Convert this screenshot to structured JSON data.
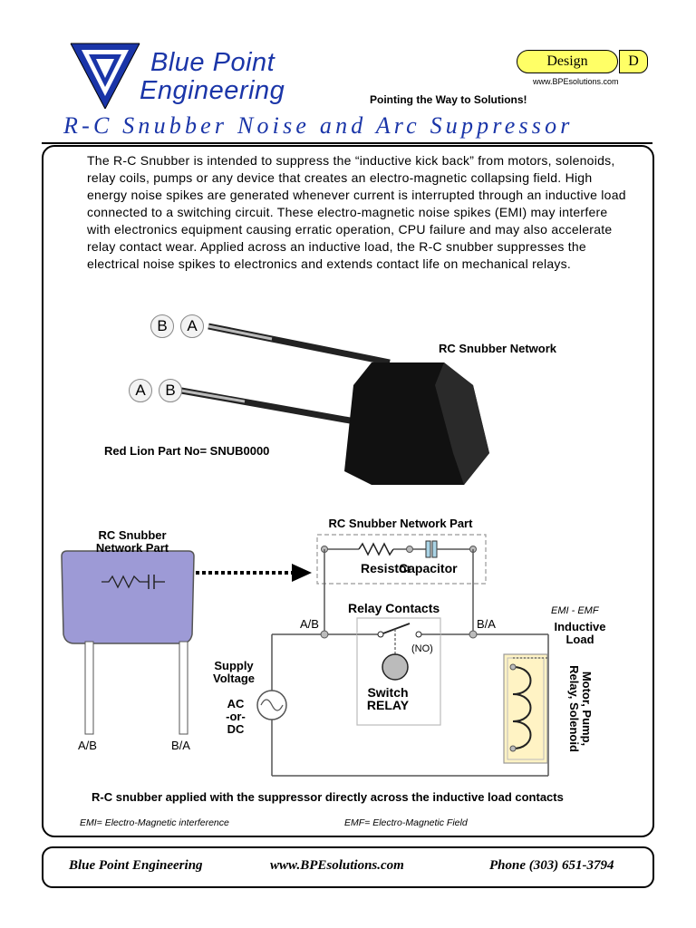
{
  "header": {
    "brand_line1": "Blue Point",
    "brand_line2": "Engineering",
    "tagline": "Pointing the Way to Solutions!",
    "design_label": "Design",
    "design_letter": "D",
    "website_small": "www.BPEsolutions.com"
  },
  "title": "R-C Snubber Noise and Arc Suppressor",
  "intro": "The R-C Snubber is intended to suppress the “inductive kick back” from motors, solenoids, relay coils, pumps or any device that creates an electro-magnetic collapsing field. High energy noise spikes are generated whenever current is interrupted through an inductive load connected to a switching circuit. These electro-magnetic noise spikes (EMI) may interfere with electronics equipment causing erratic operation, CPU failure and may also accelerate relay contact wear. Applied across an inductive load, the R-C snubber suppresses the electrical noise spikes to electronics and extends contact life on mechanical relays.",
  "photo": {
    "lead_top": [
      "B",
      "A"
    ],
    "lead_bottom": [
      "A",
      "B"
    ],
    "network_label": "RC Snubber Network",
    "part_no": "Red Lion Part No= SNUB0000"
  },
  "diagram": {
    "part_label_left": "RC Snubber\nNetwork Part",
    "leg_left": "A/B",
    "leg_right": "B/A",
    "network_part_label": "RC Snubber Network Part",
    "resistor": "Resistor",
    "capacitor": "Capacitor",
    "relay_contacts": "Relay Contacts",
    "node_left": "A/B",
    "node_right": "B/A",
    "no_label": "(NO)",
    "switch_relay": "Switch\nRELAY",
    "supply_voltage": "Supply\nVoltage",
    "ac_dc": "AC\n-or-\nDC",
    "emi_emf": "EMI - EMF",
    "inductive_load": "Inductive\nLoad",
    "load_types": "Motor, Pump,\nRelay, Solenoid",
    "caption": "R-C snubber applied with the suppressor directly across the inductive load contacts",
    "emi_def": "EMI=  Electro-Magnetic interference",
    "emf_def": "EMF=  Electro-Magnetic Field"
  },
  "footer": {
    "company": "Blue Point Engineering",
    "website": "www.BPEsolutions.com",
    "phone": "Phone (303) 651-3794"
  },
  "colors": {
    "brand_blue": "#1a35a8",
    "design_yellow": "#ffff66",
    "snubber_purple": "#9d9ad6",
    "load_cream": "#fff3c4"
  }
}
